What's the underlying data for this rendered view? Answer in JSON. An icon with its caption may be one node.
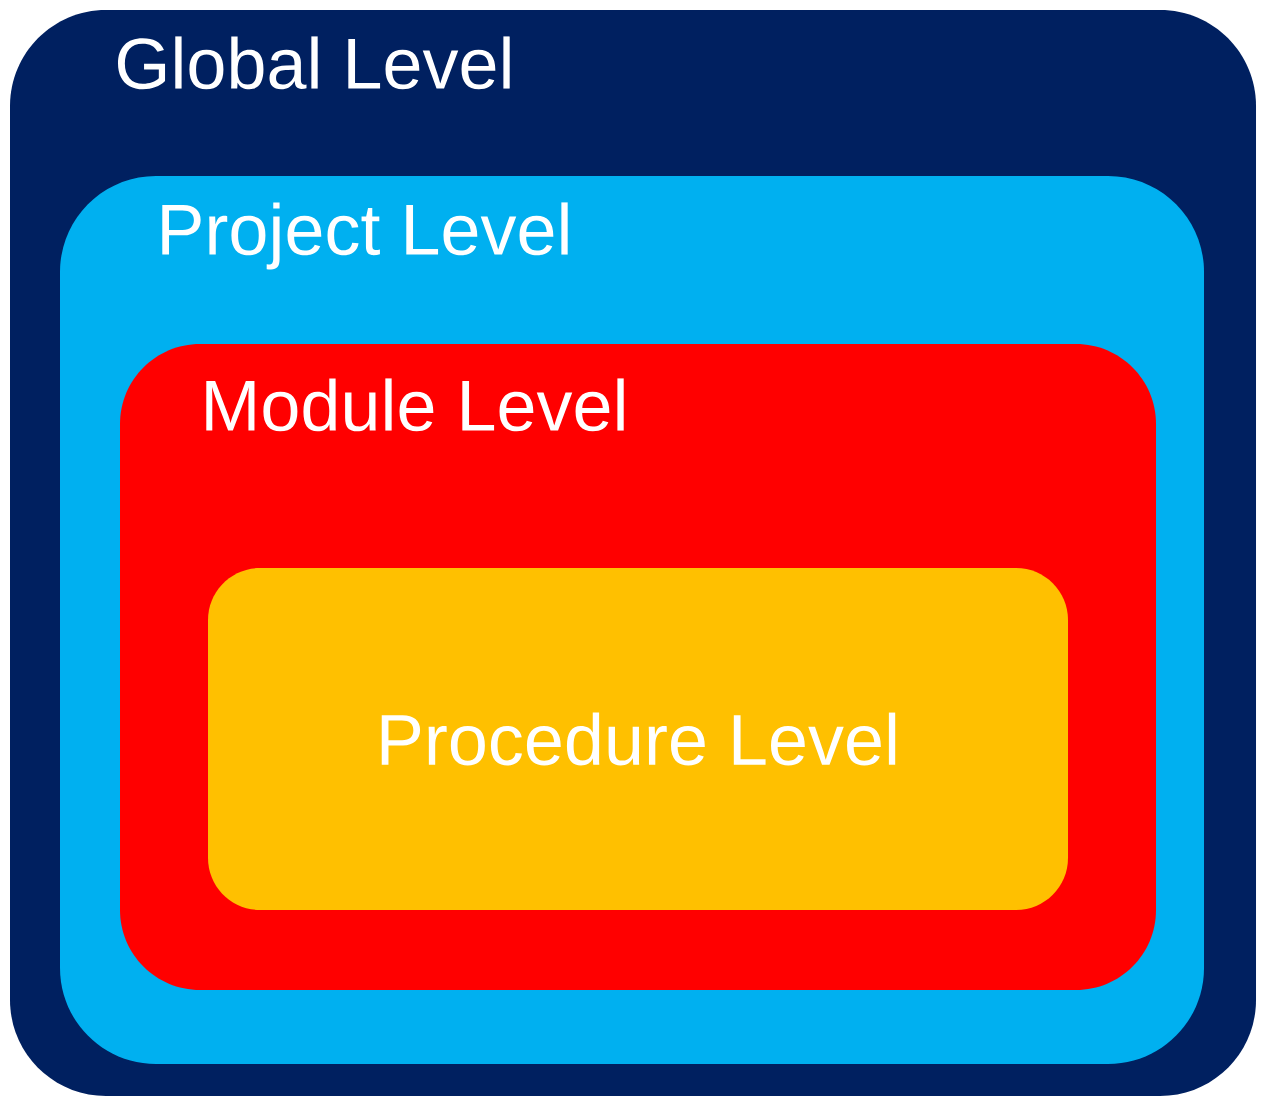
{
  "diagram": {
    "nodes": [
      {
        "text": [
          "Global Level"
        ]
      },
      {
        "text": [
          "Project Level"
        ],
        "in": 0
      },
      {
        "text": [
          "Module Level"
        ],
        "in": 1
      },
      {
        "text": [
          "Procedure Level"
        ],
        "in": 2
      }
    ]
  }
}
